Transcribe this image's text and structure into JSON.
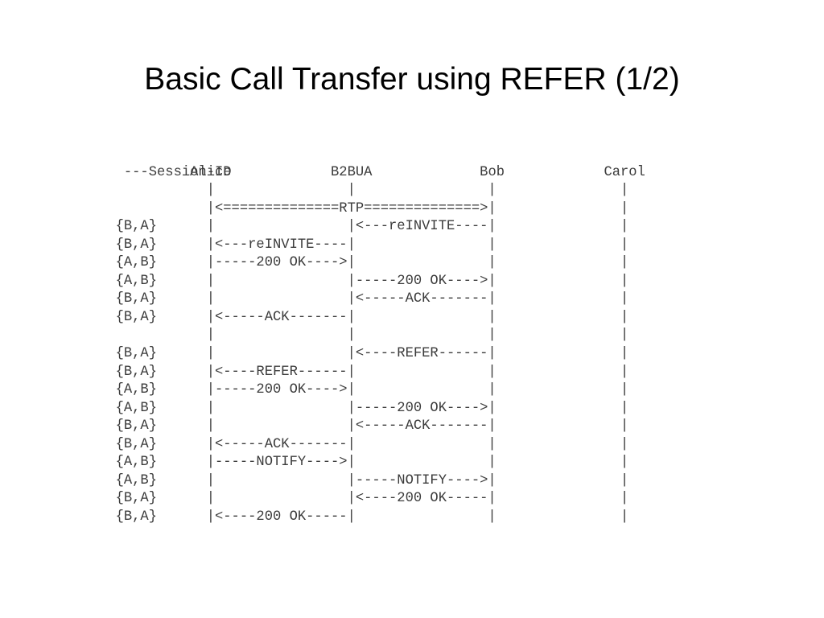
{
  "slide": {
    "title": "Basic Call Transfer using REFER (1/2)"
  },
  "call_flow": {
    "session_id_label": "Session-ID",
    "session_id_column": "---",
    "participants": [
      "Alice",
      "B2BUA",
      "Bob",
      "Carol"
    ],
    "rows": [
      {
        "session_id": "",
        "flow": "|                |                |               |"
      },
      {
        "session_id": "",
        "flow": "|<==============RTP==============>|               |"
      },
      {
        "session_id": "{B,A}",
        "flow": "|                |<---reINVITE----|               |"
      },
      {
        "session_id": "{B,A}",
        "flow": "|<---reINVITE----|                |               |"
      },
      {
        "session_id": "{A,B}",
        "flow": "|-----200 OK---->|                |               |"
      },
      {
        "session_id": "{A,B}",
        "flow": "|                |-----200 OK---->|               |"
      },
      {
        "session_id": "{B,A}",
        "flow": "|                |<-----ACK-------|               |"
      },
      {
        "session_id": "{B,A}",
        "flow": "|<-----ACK-------|                |               |"
      },
      {
        "session_id": "",
        "flow": "|                |                |               |"
      },
      {
        "session_id": "{B,A}",
        "flow": "|                |<----REFER------|               |"
      },
      {
        "session_id": "{B,A}",
        "flow": "|<----REFER------|                |               |"
      },
      {
        "session_id": "{A,B}",
        "flow": "|-----200 OK---->|                |               |"
      },
      {
        "session_id": "{A,B}",
        "flow": "|                |-----200 OK---->|               |"
      },
      {
        "session_id": "{B,A}",
        "flow": "|                |<-----ACK-------|               |"
      },
      {
        "session_id": "{B,A}",
        "flow": "|<-----ACK-------|                |               |"
      },
      {
        "session_id": "{A,B}",
        "flow": "|-----NOTIFY---->|                |               |"
      },
      {
        "session_id": "{A,B}",
        "flow": "|                |-----NOTIFY---->|               |"
      },
      {
        "session_id": "{B,A}",
        "flow": "|                |<----200 OK-----|               |"
      },
      {
        "session_id": "{B,A}",
        "flow": "|<----200 OK-----|                |               |"
      }
    ]
  }
}
